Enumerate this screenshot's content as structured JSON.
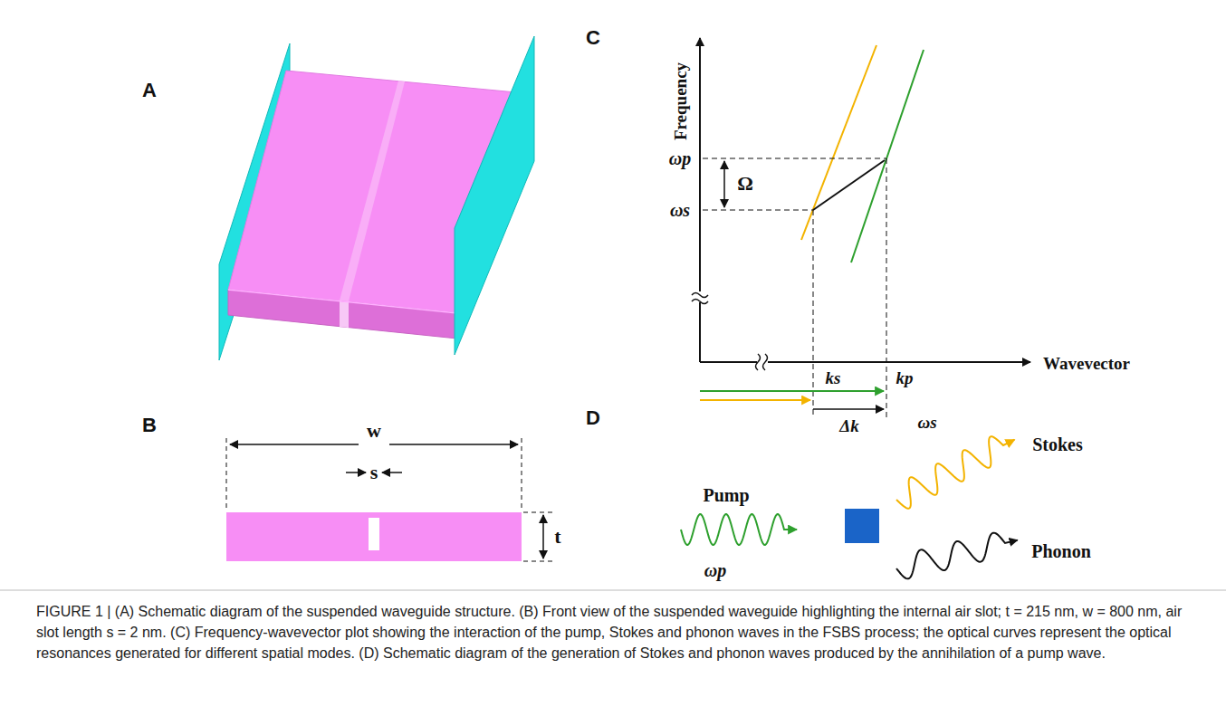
{
  "diagram": {
    "caption": "FIGURE 1 | (A) Schematic diagram of the suspended waveguide structure. (B) Front view of the suspended waveguide highlighting the internal air slot; t = 215 nm, w = 800 nm, air slot length s = 2 nm. (C) Frequency-wavevector plot showing the interaction of the pump, Stokes and phonon waves in the FSBS process; the optical curves represent the optical resonances generated for different spatial modes. (D) Schematic diagram of the generation of Stokes and phonon waves produced by the annihilation of a pump wave.",
    "labels": [
      "A",
      "B",
      "C",
      "D",
      "w",
      "s",
      "t",
      "Frequency",
      "ωp",
      "Ω",
      "ωs",
      "ks",
      "kp",
      "Wavevector",
      "Δk",
      "ωs",
      "Stokes",
      "Pump",
      "ωp",
      "Phonon"
    ]
  }
}
